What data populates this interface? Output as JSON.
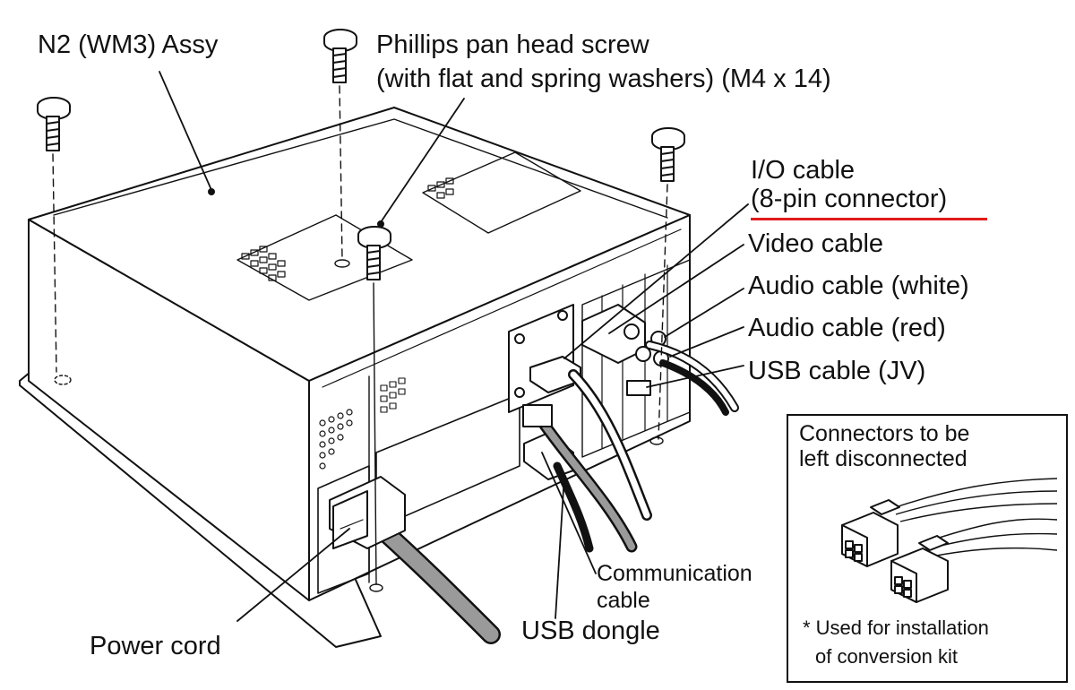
{
  "labels": {
    "assy": "N2 (WM3) Assy",
    "screw_line1": "Phillips pan head screw",
    "screw_line2": "(with flat and spring washers) (M4 x 14)",
    "io_line1": "I/O cable",
    "io_line2": "(8-pin connector)",
    "video": "Video cable",
    "audio_white": "Audio cable (white)",
    "audio_red": "Audio cable (red)",
    "usb_jv": "USB cable (JV)",
    "power": "Power cord",
    "comm_line1": "Communication",
    "comm_line2": "cable",
    "dongle": "USB dongle"
  },
  "inset": {
    "title_line1": "Connectors to be",
    "title_line2": "left disconnected",
    "note_line1": "* Used for installation",
    "note_line2": "of conversion kit"
  },
  "colors": {
    "line": "#111111",
    "highlight_underline": "#e11b1b",
    "fill": "#ffffff",
    "shade": "#9a9a9a"
  }
}
